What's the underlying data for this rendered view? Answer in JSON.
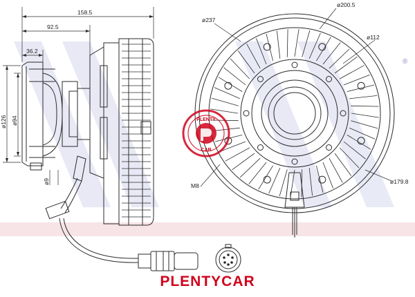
{
  "dimensions": {
    "overall_length": "158.5",
    "mid_length": "92.5",
    "hub_length": "36.2",
    "outer_dia_small": "ø126",
    "hub_dia": "ø94",
    "shaft_dia": "ø9",
    "outer_diameter": "ø237",
    "ring_diameter": "ø200.5",
    "center_diameter": "ø112",
    "bolt_circle": "ø179.8",
    "thread": "M8"
  },
  "watermark": {
    "seal_top": "PLENTY",
    "seal_bottom": "CAR",
    "registered": "®"
  },
  "brand": {
    "name": "PLENTYCAR"
  },
  "colors": {
    "line": "#2a2a2a",
    "accent": "#d0021b",
    "watermark": "#c8cbe6",
    "band": "#f4c9cf"
  }
}
